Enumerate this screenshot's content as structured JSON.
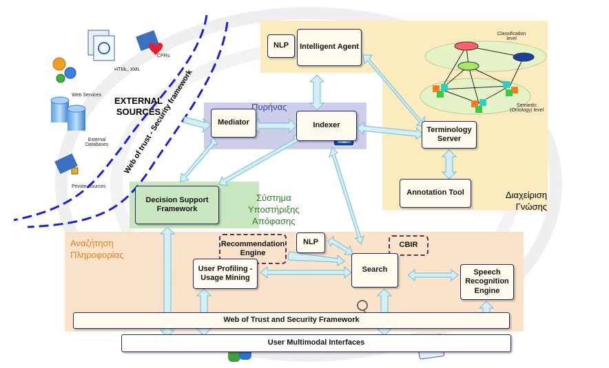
{
  "external": {
    "title_line1": "EXTERNAL",
    "title_line2": "SOURCES",
    "web_of_trust_vertical": "Web of trust - Security framework",
    "icons": {
      "html_xml": "HTML, XML",
      "cprs": "CPRs",
      "web_services": "Web Services",
      "external_databases_1": "External",
      "external_databases_2": "Databases",
      "private_sources": "Private Sources"
    }
  },
  "core": {
    "label": "Πυρήνας",
    "mediator": "Mediator",
    "indexer": "Indexer"
  },
  "agent": {
    "nlp": "NLP",
    "intelligent_agent": "Intelligent Agent"
  },
  "knowledge": {
    "label_line1": "Διαχείριση",
    "label_line2": "Γνώσης",
    "terminology_line1": "Terminology",
    "terminology_line2": "Server",
    "annotation_tool": "Annotation  Tool",
    "classification_1": "Classification",
    "classification_2": "level",
    "semantic_1": "Semantic",
    "semantic_2": "(Ontology) level"
  },
  "dss": {
    "label_line1": "Σύστημα",
    "label_line2": "Υποστήριξης",
    "label_line3": "Απόφασης",
    "box_line1": "Decision Support",
    "box_line2": "Framework"
  },
  "search_area": {
    "label_line1": "Αναζήτηση",
    "label_line2": "Πληροφορίας",
    "recommendation_1": "Recommendation",
    "recommendation_2": "Engine",
    "nlp": "NLP",
    "cbir": "CBIR",
    "user_profiling_1": "User Profiling -",
    "user_profiling_2": "Usage Mining",
    "search": "Search",
    "speech_1": "Speech",
    "speech_2": "Recognition",
    "speech_3": "Engine",
    "web_of_trust_bar": "Web of Trust and Security Framework"
  },
  "interfaces": {
    "label": "User  Multimodal Interfaces"
  },
  "colors": {
    "arrow_fill": "#d4eef4",
    "arrow_stroke": "#7fc4d6",
    "core_region": "#c9c9e9",
    "knowledge_region": "#fbecc0",
    "dss_region": "#c8e6c0",
    "search_region": "#f9e0c4",
    "box_border": "#24245e",
    "orange_text": "#e08020",
    "green_text": "#2a7a2a",
    "blue_text": "#3a3aa0"
  }
}
